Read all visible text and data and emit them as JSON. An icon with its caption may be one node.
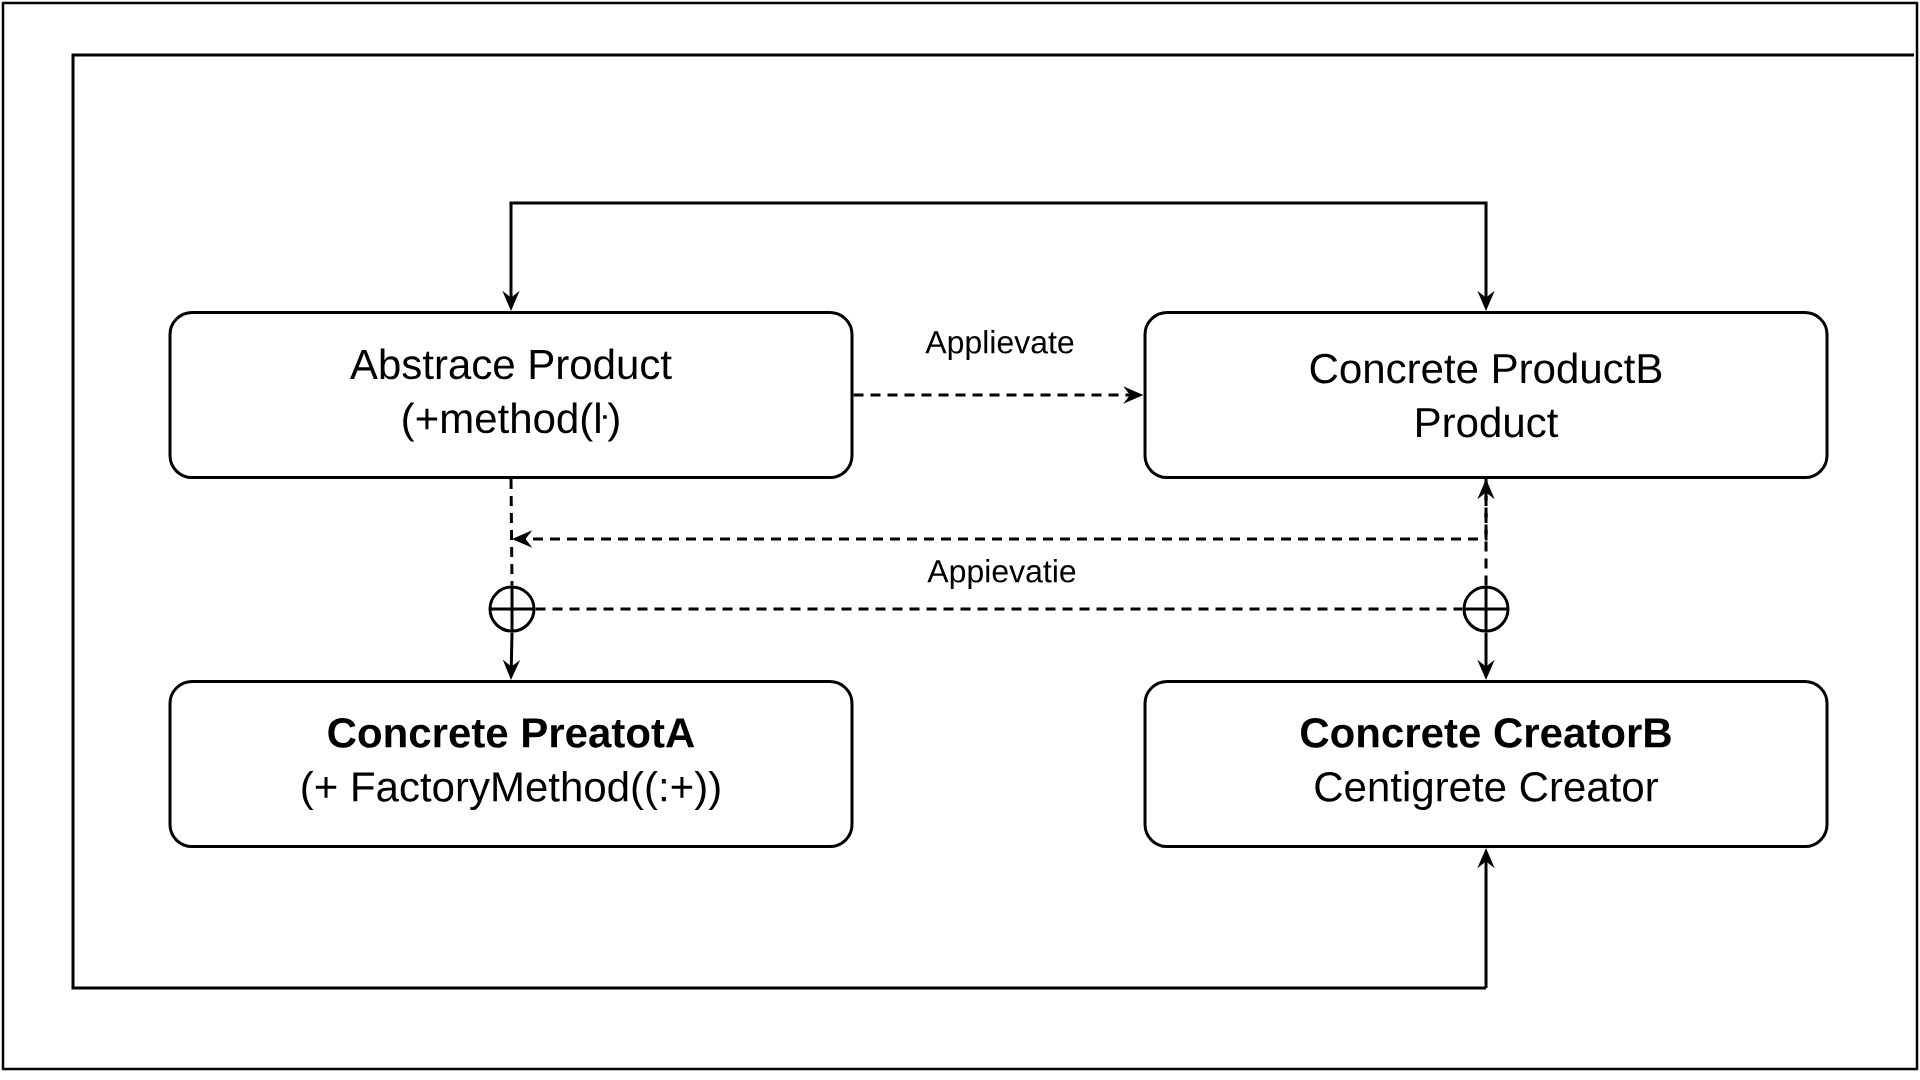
{
  "diagram": {
    "nodes": [
      {
        "text": [
          "Abstrace Product",
          "(+method(ŀ)"
        ]
      },
      {
        "text": [
          "Concrete ProductB",
          "Product"
        ]
      },
      {
        "text": [
          "Concrete PreatotA",
          "(+ FactoryMethod((:+))"
        ]
      },
      {
        "text": [
          "Concrete CreatorB",
          "Centigrete Creator"
        ]
      },
      {
        "text": [],
        "shape": "circle"
      },
      {
        "text": [],
        "shape": "circle"
      }
    ],
    "edges": [
      {
        "from": 0,
        "to": 1,
        "arrow": "both"
      },
      {
        "from": 0,
        "to": 1,
        "arrow": "to",
        "style": "dashed",
        "label": "Applievate"
      },
      {
        "from": 0,
        "to": 4,
        "arrow": "none",
        "style": "dashed"
      },
      {
        "from": 4,
        "to": 2,
        "arrow": "to"
      },
      {
        "from": 4,
        "to": 5,
        "arrow": "none",
        "style": "dashed",
        "label": "Appievatie"
      },
      {
        "from": 5,
        "to": 1,
        "arrow": "to",
        "style": "dashed"
      },
      {
        "from": 1,
        "to": 4,
        "arrow": "to",
        "style": "dashed"
      },
      {
        "from": 5,
        "to": 3,
        "arrow": "to"
      },
      {
        "from": null,
        "to": 3,
        "arrow": "to"
      }
    ]
  }
}
